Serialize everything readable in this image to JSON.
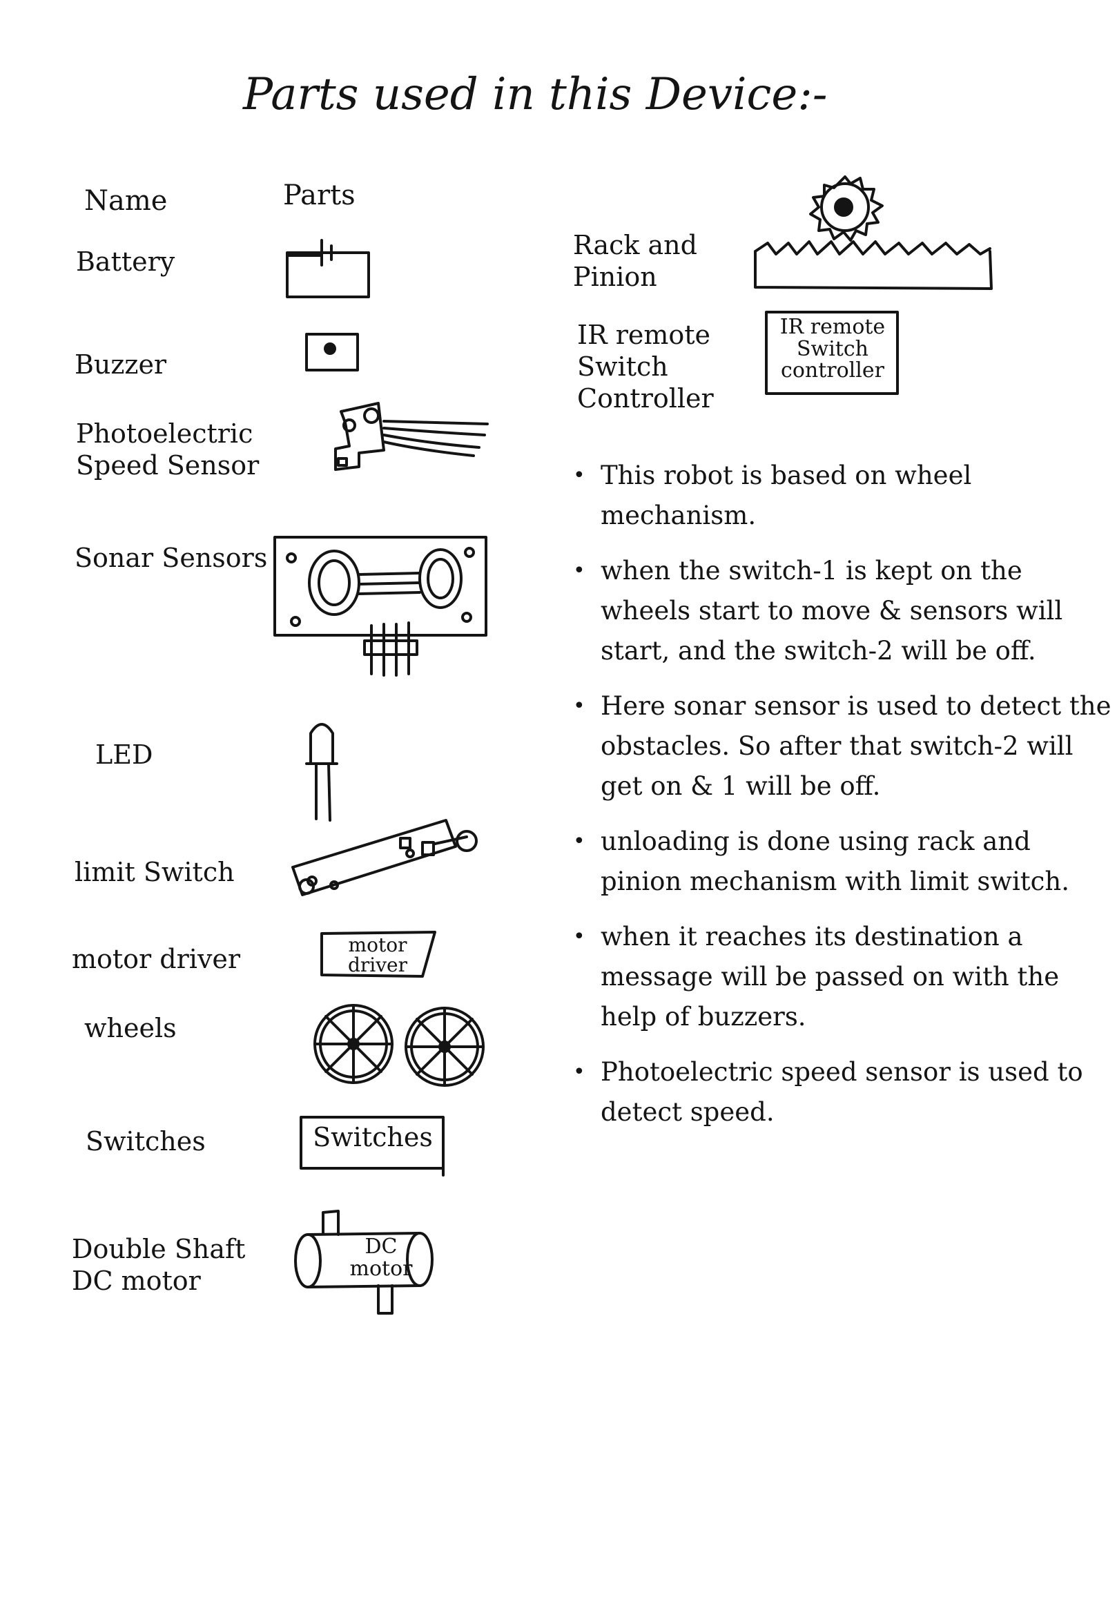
{
  "title": "Parts used in this Device:-",
  "headers": {
    "name": "Name",
    "parts": "Parts"
  },
  "parts": [
    {
      "name": "Battery",
      "icon": "battery-icon"
    },
    {
      "name": "Buzzer",
      "icon": "buzzer-icon"
    },
    {
      "name": "Photoelectric\nSpeed Sensor",
      "icon": "photoelectric-speed-sensor-icon"
    },
    {
      "name": "Sonar Sensors",
      "icon": "sonar-sensor-icon"
    },
    {
      "name": "LED",
      "icon": "led-icon"
    },
    {
      "name": "limit Switch",
      "icon": "limit-switch-icon"
    },
    {
      "name": "motor driver",
      "icon": "motor-driver-icon",
      "box_text": "motor\ndriver"
    },
    {
      "name": "wheels",
      "icon": "wheels-icon"
    },
    {
      "name": "Switches",
      "icon": "switches-icon",
      "box_text": "Switches"
    },
    {
      "name": "Double Shaft\nDC motor",
      "icon": "dc-motor-icon",
      "box_text": "DC\nmotor"
    }
  ],
  "parts_right": [
    {
      "name": "Rack and\nPinion",
      "icon": "rack-and-pinion-icon"
    },
    {
      "name": "IR remote\nSwitch\nController",
      "icon": "ir-remote-switch-controller-icon",
      "box_text": "IR remote\nSwitch\ncontroller"
    }
  ],
  "notes": [
    "This robot is based on wheel mechanism.",
    "when the switch-1 is kept on the wheels start to move & sensors will start, and the switch-2 will be off.",
    "Here sonar sensor is used to detect the obstacles. So after that switch-2 will get on & 1 will be off.",
    "unloading is done using rack and pinion mechanism with limit switch.",
    "when it reaches its destination a message will be passed on with the help of buzzers.",
    "Photoelectric speed sensor is used to detect speed."
  ]
}
